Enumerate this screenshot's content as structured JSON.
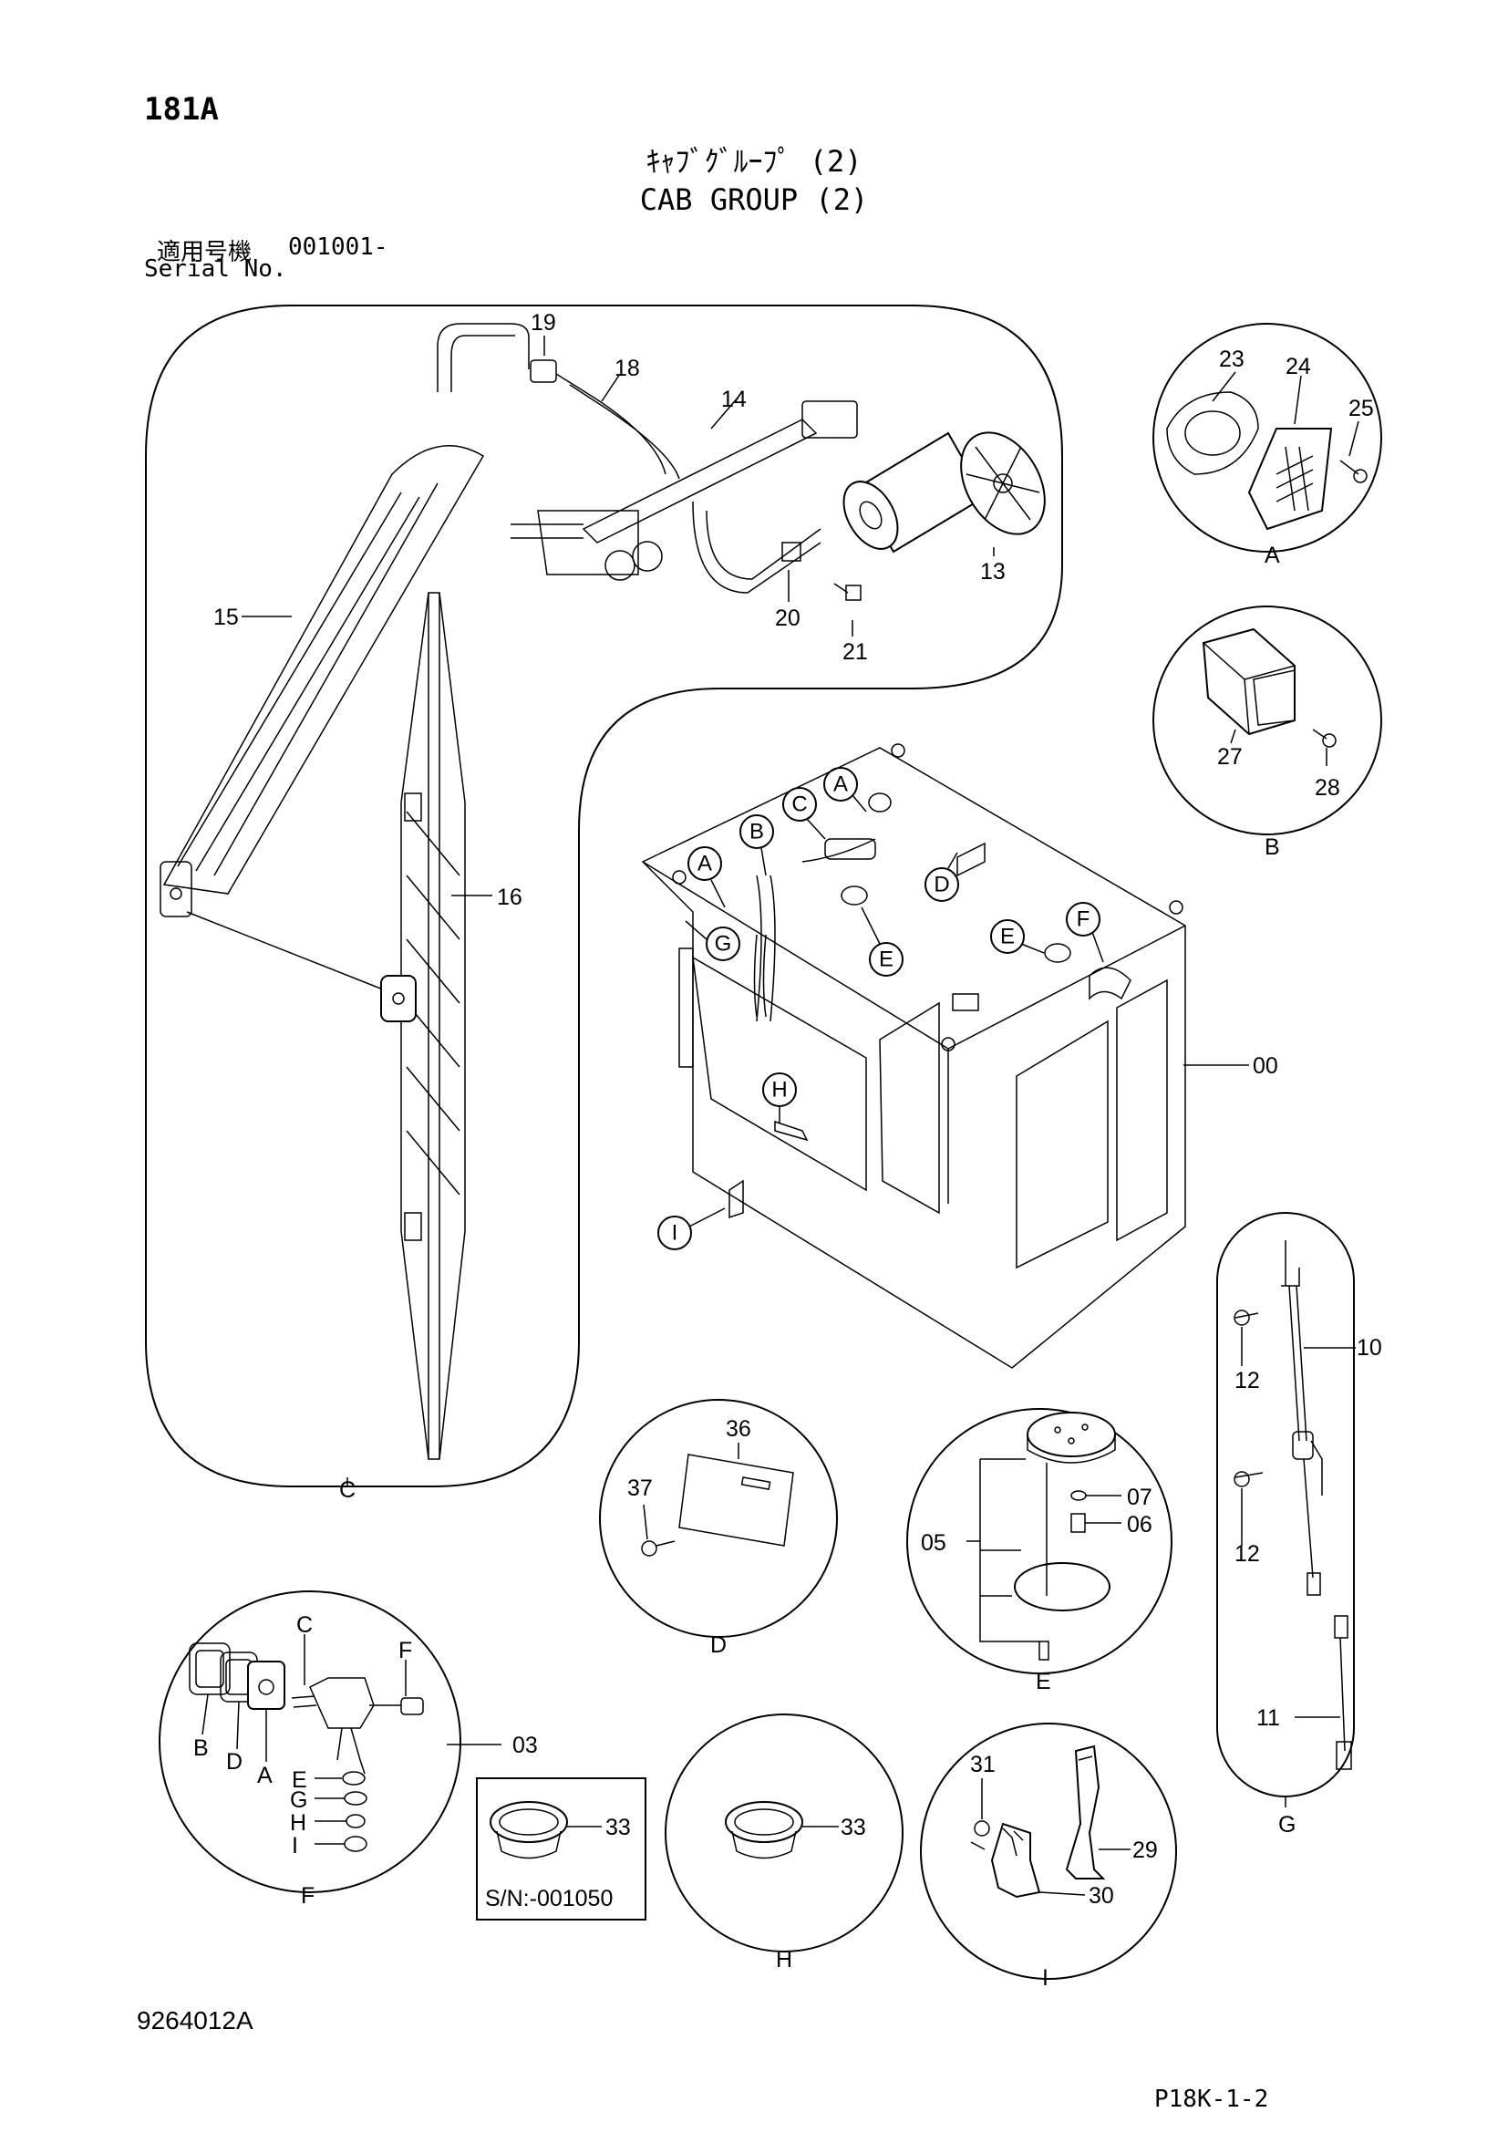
{
  "header": {
    "page_code": "181A",
    "title_jp": "ｷｬﾌﾞｸﾞﾙｰﾌﾟ (2)",
    "title_en": "CAB GROUP (2)",
    "serial_label_jp": "適用号機",
    "serial_value": "001001-",
    "serial_label_en": "Serial No."
  },
  "footer": {
    "doc_number": "9264012A",
    "page_ref": "P18K-1-2"
  },
  "parts": {
    "p19": "19",
    "p18": "18",
    "p14": "14",
    "p13": "13",
    "p15": "15",
    "p16": "16",
    "p20": "20",
    "p21": "21",
    "p23": "23",
    "p24": "24",
    "p25": "25",
    "p27": "27",
    "p28": "28",
    "p00": "00",
    "p10": "10",
    "p12a": "12",
    "p12b": "12",
    "p11": "11",
    "p36": "36",
    "p37": "37",
    "p07": "07",
    "p06": "06",
    "p05": "05",
    "p03": "03",
    "p33a": "33",
    "p33b": "33",
    "p31": "31",
    "p29": "29",
    "p30": "30"
  },
  "detail_callouts": {
    "cab_a1": "A",
    "cab_a2": "A",
    "cab_b": "B",
    "cab_c": "C",
    "cab_d": "D",
    "cab_e1": "E",
    "cab_e2": "E",
    "cab_f": "F",
    "cab_g": "G",
    "cab_h": "H",
    "cab_i": "I"
  },
  "detail_labels": {
    "A": "A",
    "B": "B",
    "C": "C",
    "D": "D",
    "E": "E",
    "F": "F",
    "G": "G",
    "H": "H",
    "I": "I"
  },
  "switch_parts": {
    "c": "C",
    "f": "F",
    "b": "B",
    "d": "D",
    "a": "A",
    "e": "E",
    "g": "G",
    "h": "H",
    "i": "I"
  },
  "serial_box_note": "S/N:-001050"
}
